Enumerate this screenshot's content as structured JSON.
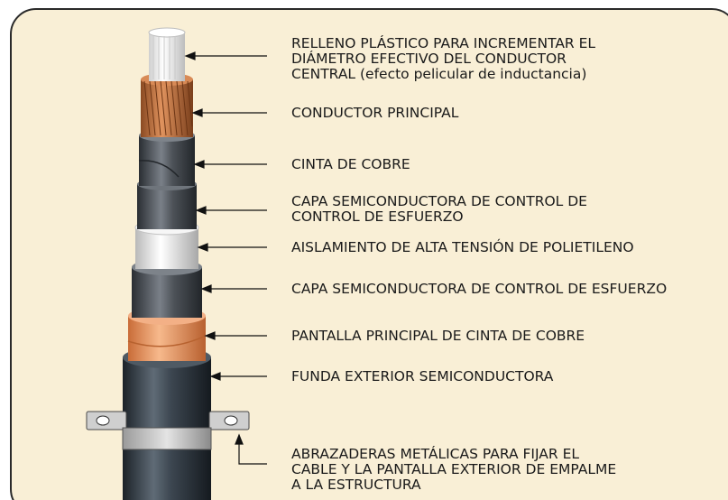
{
  "colors": {
    "panel_bg": "#f9efd6",
    "panel_edge": "#2a2a2a",
    "copper": "#c9774a",
    "copper_tape": "#f0a06a",
    "semiconductor": "#4a4f55",
    "insulation": "#eeeeee",
    "jacket": "#3d4650",
    "filler": "#f4f4f4",
    "clamp": "#c9c9c9"
  },
  "labels": [
    {
      "id": "filler",
      "lines": [
        "RELLENO PLÁSTICO PARA INCREMENTAR EL",
        "DIÁMETRO EFECTIVO DEL CONDUCTOR",
        "CENTRAL (efecto pelicular de inductancia)"
      ]
    },
    {
      "id": "main-conductor",
      "lines": [
        "CONDUCTOR PRINCIPAL"
      ]
    },
    {
      "id": "copper-tape",
      "lines": [
        "CINTA DE COBRE"
      ]
    },
    {
      "id": "semi-layer-1",
      "lines": [
        "CAPA SEMICONDUCTORA DE CONTROL DE",
        "CONTROL DE ESFUERZO"
      ]
    },
    {
      "id": "insulation",
      "lines": [
        "AISLAMIENTO DE ALTA TENSIÓN DE POLIETILENO"
      ]
    },
    {
      "id": "semi-layer-2",
      "lines": [
        "CAPA SEMICONDUCTORA DE CONTROL DE ESFUERZO"
      ]
    },
    {
      "id": "shield",
      "lines": [
        "PANTALLA PRINCIPAL DE CINTA DE COBRE"
      ]
    },
    {
      "id": "outer-sheath",
      "lines": [
        "FUNDA EXTERIOR SEMICONDUCTORA"
      ]
    },
    {
      "id": "clamps",
      "lines": [
        "ABRAZADERAS METÁLICAS PARA FIJAR EL",
        "CABLE Y LA PANTALLA EXTERIOR DE EMPALME",
        "A LA ESTRUCTURA"
      ]
    }
  ]
}
